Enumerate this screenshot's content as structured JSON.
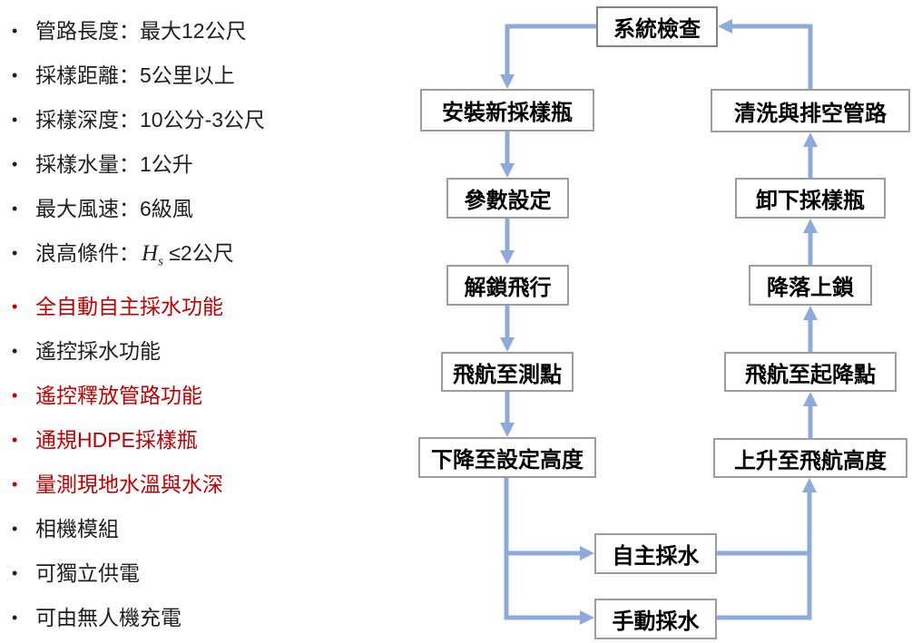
{
  "colors": {
    "arrow_blue": "#8EAADB",
    "red_text": "#C00000",
    "text_dark": "#1F1F1F",
    "box_border": "#9C9C9C"
  },
  "bullets": {
    "bullet_char": "•",
    "items": [
      {
        "text": "管路長度：最大12公尺",
        "red": false
      },
      {
        "text": "採樣距離：5公里以上",
        "red": false
      },
      {
        "text": "採樣深度：10公分-3公尺",
        "red": false
      },
      {
        "text": "採樣水量：1公升",
        "red": false
      },
      {
        "text": "最大風速：6級風",
        "red": false
      },
      {
        "prefix": "浪高條件：",
        "var": "H",
        "sub": "s",
        "suffix": " ≤2公尺",
        "red": false
      },
      {
        "text": "全自動自主採水功能",
        "red": true
      },
      {
        "text": "遙控採水功能",
        "red": false
      },
      {
        "text": "遙控釋放管路功能",
        "red": true
      },
      {
        "text": "通規HDPE採樣瓶",
        "red": true
      },
      {
        "text": "量測現地水溫與水深",
        "red": true
      },
      {
        "text": "相機模組",
        "red": false
      },
      {
        "text": "可獨立供電",
        "red": false
      },
      {
        "text": "可由無人機充電",
        "red": false
      }
    ]
  },
  "flowchart": {
    "nodes": [
      {
        "id": "system-check",
        "label": "系統檢查"
      },
      {
        "id": "install-new-bottle",
        "label": "安裝新採樣瓶"
      },
      {
        "id": "parameter-setting",
        "label": "參數設定"
      },
      {
        "id": "unlock-flight",
        "label": "解鎖飛行"
      },
      {
        "id": "fly-to-point",
        "label": "飛航至測點"
      },
      {
        "id": "descend-to-height",
        "label": "下降至設定高度"
      },
      {
        "id": "auto-sampling",
        "label": "自主採水"
      },
      {
        "id": "manual-sampling",
        "label": "手動採水"
      },
      {
        "id": "ascend-to-altitude",
        "label": "上升至飛航高度"
      },
      {
        "id": "fly-to-landing",
        "label": "飛航至起降點"
      },
      {
        "id": "land-lock",
        "label": "降落上鎖"
      },
      {
        "id": "remove-bottle",
        "label": "卸下採樣瓶"
      },
      {
        "id": "clean-drain-pipes",
        "label": "清洗與排空管路"
      }
    ]
  }
}
